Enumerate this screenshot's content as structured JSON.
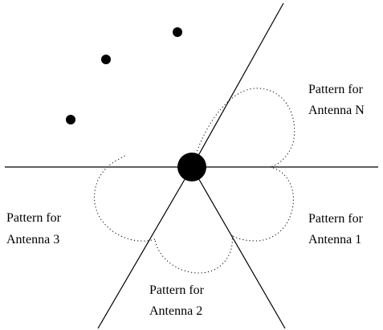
{
  "diagram": {
    "labels": {
      "antenna_n": {
        "line1": "Pattern for",
        "line2": "Antenna N"
      },
      "antenna_1": {
        "line1": "Pattern for",
        "line2": "Antenna 1"
      },
      "antenna_2": {
        "line1": "Pattern for",
        "line2": "Antenna 2"
      },
      "antenna_3": {
        "line1": "Pattern for",
        "line2": "Antenna 3"
      }
    },
    "colors": {
      "stroke": "#000000",
      "background": "#ffffff"
    },
    "icons": {
      "center": "filled-circle",
      "ellipsis_dots": "dot"
    }
  }
}
